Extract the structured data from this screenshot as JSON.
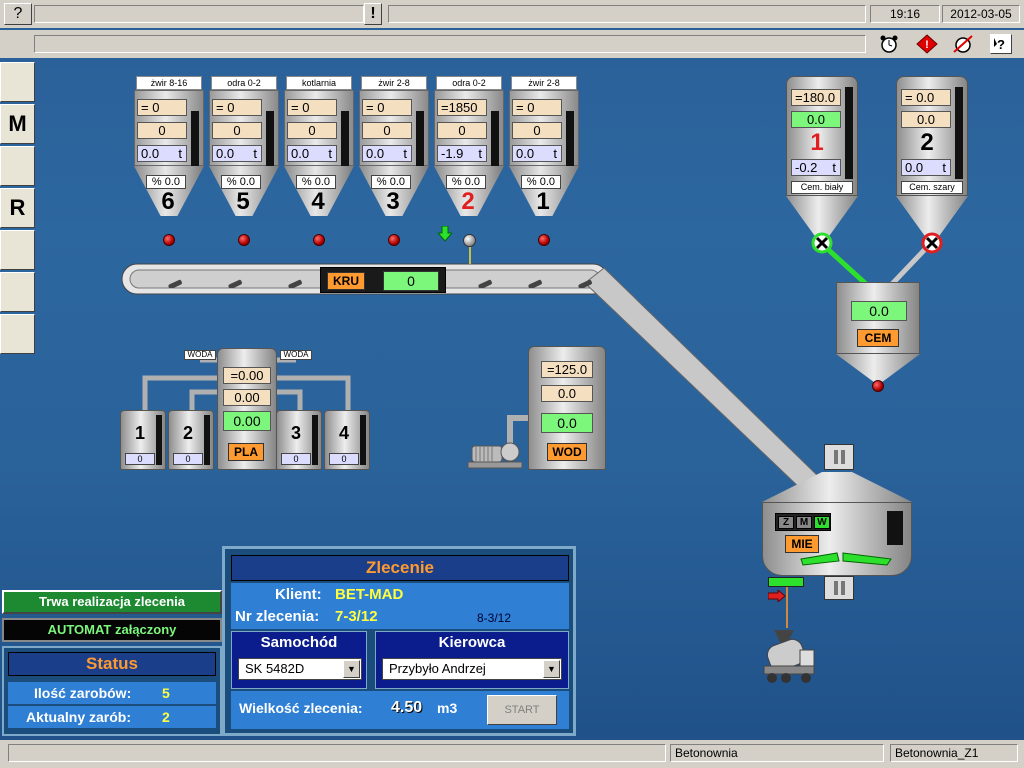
{
  "topbar": {
    "help": "?",
    "alert": "!",
    "time": "19:16",
    "date": "2012-03-05"
  },
  "sidebar": {
    "m": "M",
    "r": "R"
  },
  "bins": [
    {
      "label": "żwir 8-16",
      "v1": "= 0",
      "v2": "0",
      "v3": "0.0",
      "unit": "t",
      "pct": "% 0.0",
      "num": "6",
      "active": false
    },
    {
      "label": "odra 0-2",
      "v1": "= 0",
      "v2": "0",
      "v3": "0.0",
      "unit": "t",
      "pct": "% 0.0",
      "num": "5",
      "active": false
    },
    {
      "label": "kotlarnia",
      "v1": "= 0",
      "v2": "0",
      "v3": "0.0",
      "unit": "t",
      "pct": "% 0.0",
      "num": "4",
      "active": false
    },
    {
      "label": "żwir 2-8",
      "v1": "= 0",
      "v2": "0",
      "v3": "0.0",
      "unit": "t",
      "pct": "% 0.0",
      "num": "3",
      "active": false
    },
    {
      "label": "odra 0-2",
      "v1": "=1850",
      "v2": "0",
      "v3": "-1.9",
      "unit": "t",
      "pct": "% 0.0",
      "num": "2",
      "active": true
    },
    {
      "label": "żwir 2-8",
      "v1": "= 0",
      "v2": "0",
      "v3": "0.0",
      "unit": "t",
      "pct": "% 0.0",
      "num": "1",
      "active": false
    }
  ],
  "conveyor": {
    "label": "KRU",
    "value": "0"
  },
  "cement": [
    {
      "v1": "=180.0",
      "v2": "0.0",
      "num": "1",
      "v3": "-0.2",
      "unit": "t",
      "label": "Cem. biały"
    },
    {
      "v1": "= 0.0",
      "v2": "0.0",
      "num": "2",
      "v3": "0.0",
      "unit": "t",
      "label": "Cem. szary"
    }
  ],
  "cem": {
    "value": "0.0",
    "label": "CEM"
  },
  "water": {
    "woda1": "WODA",
    "woda2": "WODA",
    "v1": "=0.00",
    "v2": "0.00",
    "v3": "0.00",
    "label": "PLA",
    "tanks": [
      {
        "num": "1",
        "val": "0"
      },
      {
        "num": "2",
        "val": "0"
      },
      {
        "num": "3",
        "val": "0"
      },
      {
        "num": "4",
        "val": "0"
      }
    ]
  },
  "wod": {
    "v1": "=125.0",
    "v2": "0.0",
    "v3": "0.0",
    "label": "WOD"
  },
  "mixer": {
    "z": "Z",
    "m": "M",
    "w": "W",
    "label": "MIE"
  },
  "status_msgs": {
    "running": "Trwa realizacja zlecenia",
    "auto": "AUTOMAT załączony"
  },
  "status": {
    "title": "Status",
    "batches_label": "Ilość zarobów:",
    "batches": "5",
    "current_label": "Aktualny zarób:",
    "current": "2"
  },
  "order": {
    "title": "Zlecenie",
    "client_label": "Klient:",
    "client": "BET-MAD",
    "nr_label": "Nr zlecenia:",
    "nr": "7-3/12",
    "nr_next": "8-3/12",
    "car_label": "Samochód",
    "car": "SK 5482D",
    "driver_label": "Kierowca",
    "driver": "Przybyło Andrzej",
    "size_label": "Wielkość zlecenia:",
    "size": "4.50",
    "unit": "m3",
    "start": "START"
  },
  "footer": {
    "app": "Betonownia",
    "window": "Betonownia_Z1"
  }
}
